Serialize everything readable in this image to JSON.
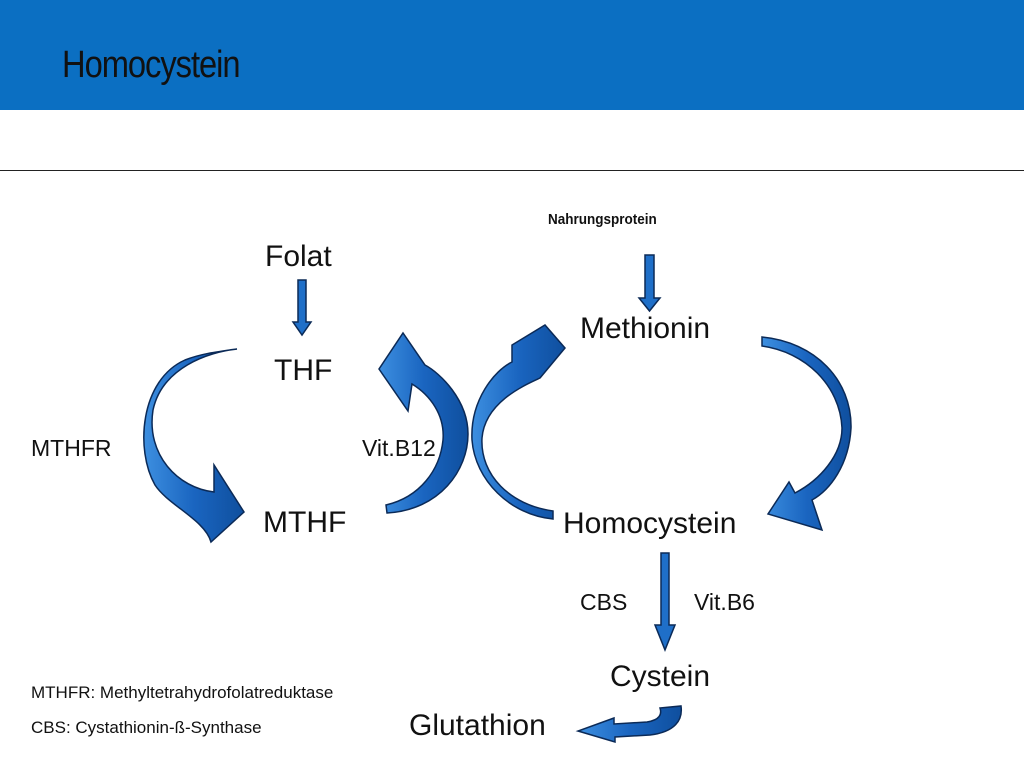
{
  "header": {
    "title": "Homocystein"
  },
  "diagram": {
    "nodes": {
      "source": "Nahrungsprotein",
      "folate": "Folat",
      "thf": "THF",
      "mthf": "MTHF",
      "methionine": "Methionin",
      "homocysteine": "Homocystein",
      "cysteine": "Cystein",
      "glutathione": "Glutathion"
    },
    "enzymes": {
      "mthfr": "MTHFR",
      "vitb12": "Vit.B12",
      "cbs": "CBS",
      "vitb6": "Vit.B6"
    },
    "legend": {
      "mthfr": "MTHFR: Methyltetrahydrofolatreduktase",
      "cbs": "CBS: Cystathionin-ß-Synthase"
    },
    "colors": {
      "header": "#0b6fc2",
      "arrow_fill": "#1f6fc8",
      "arrow_stroke": "#0b2a57"
    }
  }
}
